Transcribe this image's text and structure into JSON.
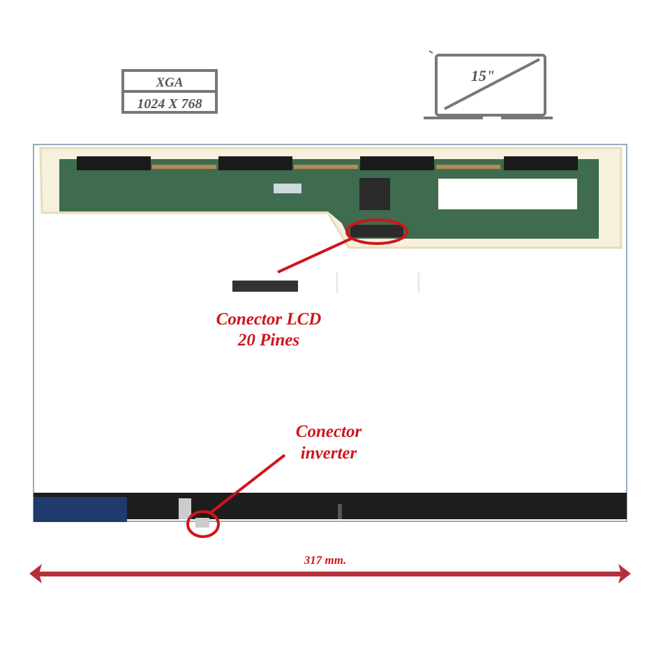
{
  "spec_box": {
    "standard": "XGA",
    "resolution": "1024 X 768"
  },
  "screen_icon": {
    "size": "15\""
  },
  "annotations": {
    "lcd_connector_line1": "Conector LCD",
    "lcd_connector_line2": "20 Pines",
    "inverter_line1": "Conector",
    "inverter_line2": "inverter"
  },
  "dimension": {
    "width_label": "317 mm."
  },
  "colors": {
    "accent_red": "#d0141c",
    "pcb_green": "#3f6b4f",
    "arrow": "#b5303a"
  }
}
